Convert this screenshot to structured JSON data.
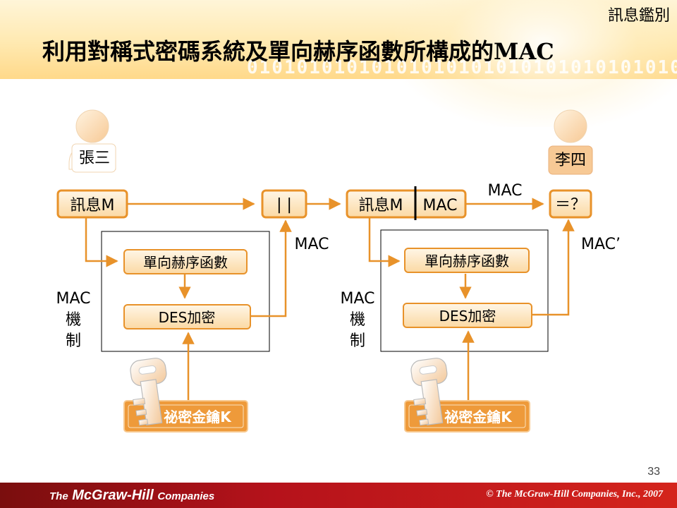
{
  "header": {
    "section_label": "訊息鑑別",
    "title_cjk": "利用對稱式密碼系統及單向赫序函數所構成的",
    "title_latin": "MAC",
    "binary_text": "0101010101010101010101010101010101010101010101"
  },
  "diagram": {
    "sender": {
      "name": "張三"
    },
    "receiver": {
      "name": "李四"
    },
    "left": {
      "message_label": "訊息M",
      "concat_label": "| |",
      "mac_output_label": "MAC",
      "hash_label": "單向赫序函數",
      "des_label": "DES加密",
      "mechanism_label": [
        "MAC",
        "機",
        "制"
      ],
      "key_label": "祕密金鑰K"
    },
    "right": {
      "message_label": "訊息M",
      "message_mac_label": "MAC",
      "mac_top_label": "MAC",
      "compare_label": "＝？",
      "mac_prime_label": "MAC’",
      "hash_label": "單向赫序函數",
      "des_label": "DES加密",
      "mechanism_label": [
        "MAC",
        "機",
        "制"
      ],
      "key_label": "祕密金鑰K"
    }
  },
  "footer": {
    "logo_the": "The",
    "logo_brand": "McGraw-Hill",
    "logo_companies": "Companies",
    "copyright": "© The McGraw-Hill Companies, Inc., 2007"
  },
  "page_number": "33",
  "colors": {
    "orange": "#e8922a",
    "box_fill": "#fde9c8",
    "footer_red": "#c4161c"
  }
}
